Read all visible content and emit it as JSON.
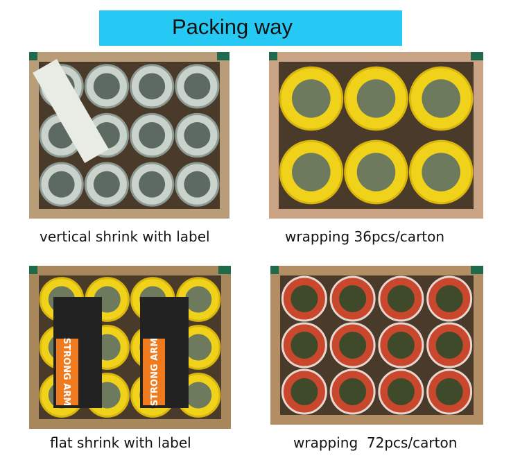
{
  "header": {
    "title": "Packing way",
    "banner_color": "#26c9f3"
  },
  "panels": [
    {
      "caption": "vertical shrink with label",
      "tape_color": "clear"
    },
    {
      "caption": "wrapping 36pcs/carton",
      "tape_color": "yellow"
    },
    {
      "caption": "flat shrink with label",
      "tape_color": "yellow",
      "label_text": "STRONG ARM"
    },
    {
      "caption": "wrapping  72pcs/carton",
      "tape_color": "red"
    }
  ]
}
